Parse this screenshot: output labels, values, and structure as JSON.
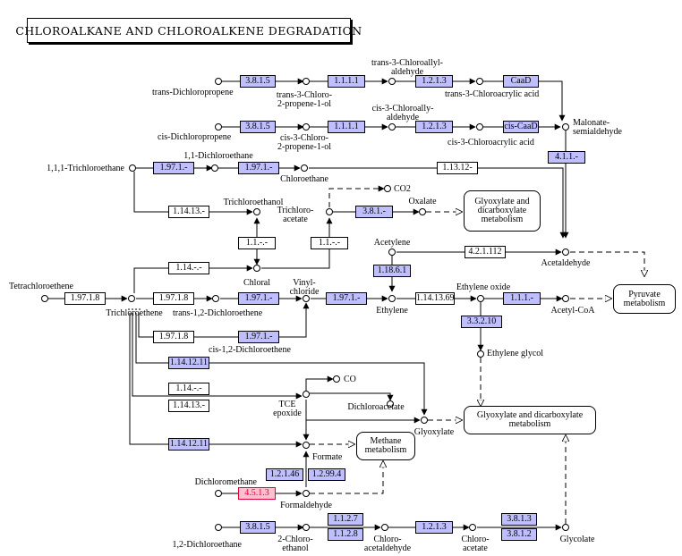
{
  "title": "CHLOROALKANE AND CHLOROALKENE DEGRADATION",
  "enzymes": {
    "e1": "3.8.1.5",
    "e2": "1.1.1.1",
    "e3": "1.2.1.3",
    "e4": "CaaD",
    "e5": "3.8.1.5",
    "e6": "1.1.1.1",
    "e7": "1.2.1.3",
    "e8": "cis-CaaD",
    "e9": "4.1.1.-",
    "e10": "1.97.1.-",
    "e11": "1.97.1.-",
    "e12": "1.13.12-",
    "e13": "1.14.13.-",
    "e14": "3.8.1.-",
    "e15": "1.1.-.-",
    "e16": "1.1.-.-",
    "e17": "1.14.-.-",
    "e18": "4.2.1.112",
    "e19": "1.18.6.1",
    "e20": "1.97.1.8",
    "e21": "1.97.1.8",
    "e22": "1.97.1.-",
    "e23": "1.97.1.-",
    "e24": "1.14.13.69",
    "e25": "1.1.1.-",
    "e26": "3.3.2.10",
    "e27": "1.97.1.8",
    "e28": "1.97.1.-",
    "e29": "1.14.12.11",
    "e30": "1.14.-.-",
    "e31": "1.14.13.-",
    "e32": "1.14.12.11",
    "e33": "1.2.1.46",
    "e34": "1.2.99.4",
    "e35": "4.5.1.3",
    "e36": "1.1.2.7",
    "e37": "1.1.2.8",
    "e38": "3.8.1.5",
    "e39": "1.2.1.3",
    "e40": "3.8.1.3",
    "e41": "3.8.1.2"
  },
  "compounds": {
    "trans_dichloropropene": "trans-Dichloropropene",
    "trans_chloropropenol": "trans-3-Chloro-\n2-propene-1-ol",
    "trans_chloroallyl_aldehyde": "trans-3-Chloroallyl-\naldehyde",
    "trans_chloroacrylic": "trans-3-Chloroacrylic acid",
    "cis_dichloropropene": "cis-Dichloropropene",
    "cis_chloropropenol": "cis-3-Chloro-\n2-propene-1-ol",
    "cis_chloroallyl_aldehyde": "cis-3-Chloroally-\naldehyde",
    "cis_chloroacrylic": "cis-3-Chloroacrylic acid",
    "malonate_semialdehyde": "Malonate-\nsemialdehyde",
    "trichloroethane": "1,1,1-Trichloroethane",
    "dichloroethane_11": "1,1-Dichloroethane",
    "chloroethane": "Chloroethane",
    "trichloroethanol": "Trichloroethanol",
    "co2": "CO2",
    "trichloroacetate": "Trichloro-\nacetate",
    "oxalate": "Oxalate",
    "acetylene": "Acetylene",
    "acetaldehyde": "Acetaldehyde",
    "tetrachloroethene": "Tetrachloroethene",
    "chloral": "Chloral",
    "vinyl_chloride": "Vinyl-\nchloride",
    "ethylene_oxide": "Ethylene oxide",
    "trichloroethene": "Trichloroethene",
    "trans_dichloroethene": "trans-1,2-Dichloroethene",
    "ethylene": "Ethylene",
    "acetyl_coa": "Acetyl-CoA",
    "cis_dichloroethene": "cis-1,2-Dichloroethene",
    "ethylene_glycol": "Ethylene glycol",
    "co": "CO",
    "tce_epoxide": "TCE\nepoxide",
    "dichloroacetate": "Dichloroacetate",
    "glyoxylate": "Glyoxylate",
    "formate": "Formate",
    "dichloromethane": "Dichloromethane",
    "formaldehyde": "Formaldehyde",
    "dichloroethane_12": "1,2-Dichloroethane",
    "chloroethanol": "2-Chloro-\nethanol",
    "chloroacetaldehyde": "Chloro-\nacetaldehyde",
    "chloroacetate": "Chloro-\nacetate",
    "glycolate": "Glycolate"
  },
  "maps": {
    "glyoxylate_top": "Glyoxylate and\ndicarboxylate\nmetabolism",
    "pyruvate": "Pyruvate\nmetabolism",
    "glyoxylate_bottom": "Glyoxylate and dicarboxylate\nmetabolism",
    "methane": "Methane\nmetabolism"
  },
  "colors": {
    "enzyme_fill": "#bfbfff",
    "highlight_fill": "#ffbfcf",
    "highlight_text": "#e0003a"
  }
}
